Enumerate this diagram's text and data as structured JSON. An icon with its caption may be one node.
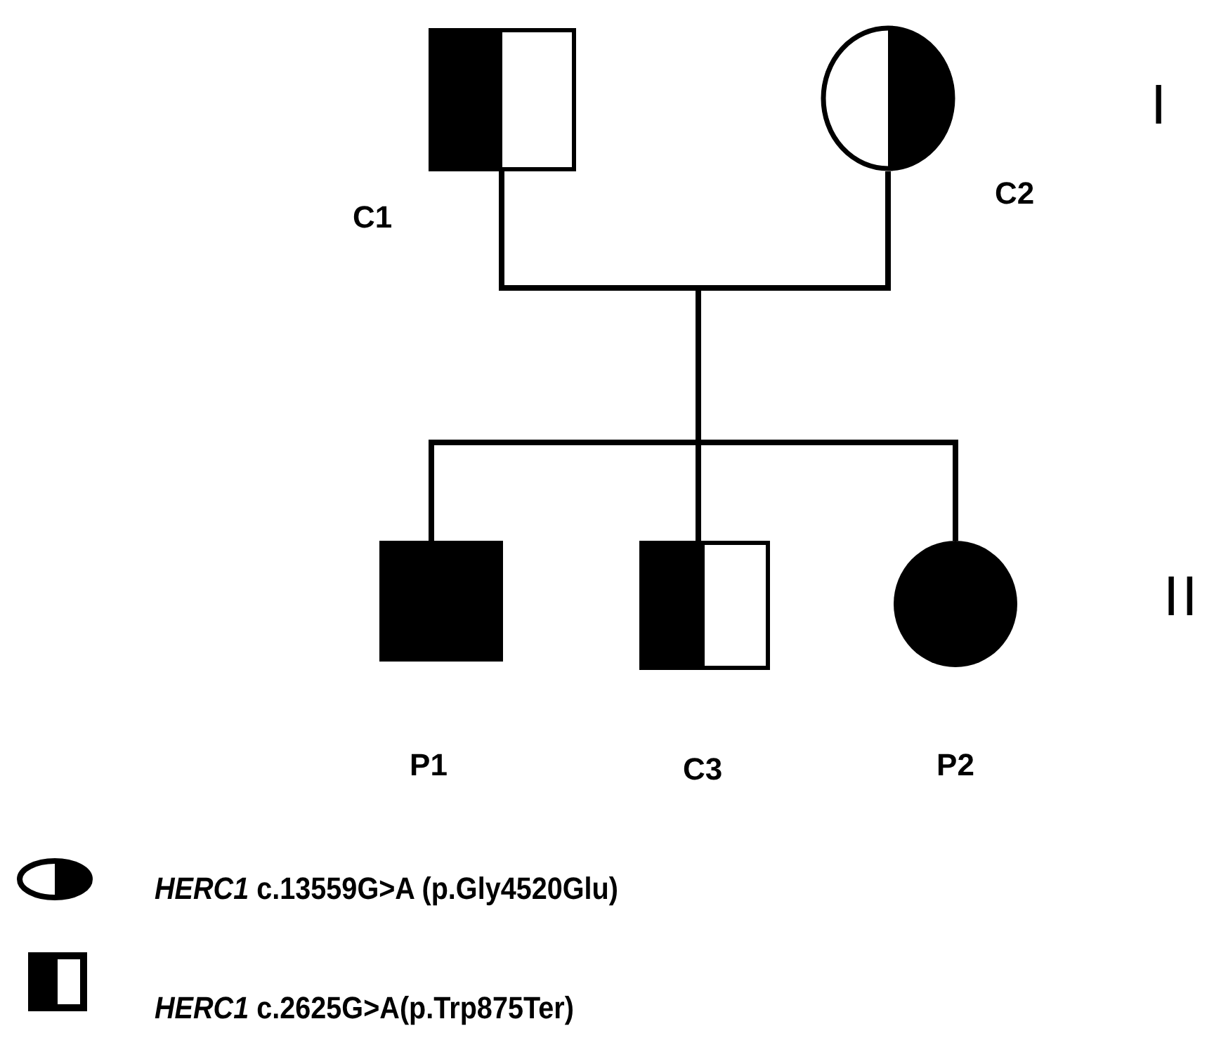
{
  "diagram": {
    "nodes": [
      {
        "text": [],
        "shape": "half-box",
        "beside": [
          "C1"
        ]
      },
      {
        "text": [],
        "shape": "half-circle",
        "beside": [
          "C2"
        ]
      },
      {
        "text": [],
        "shape": "box",
        "beside": [
          "P1"
        ]
      },
      {
        "text": [],
        "shape": "half-box",
        "beside": [
          "C3"
        ]
      },
      {
        "text": [],
        "shape": "circle",
        "beside": [
          "P2"
        ]
      }
    ],
    "edges": [
      {
        "from": 0,
        "to": 1,
        "arrow": "none"
      },
      {
        "from": 0,
        "to": 2,
        "arrow": "none"
      },
      {
        "from": 0,
        "to": 3,
        "arrow": "none"
      },
      {
        "from": 0,
        "to": 4,
        "arrow": "none"
      },
      {
        "from": 1,
        "to": 2,
        "arrow": "none"
      },
      {
        "from": 1,
        "to": 3,
        "arrow": "none"
      },
      {
        "from": 1,
        "to": 4,
        "arrow": "none"
      }
    ],
    "labels": [
      "I",
      "II"
    ],
    "legend": [
      {
        "text": "*HERC1* c.13559G>A (p.Gly4520Glu)"
      },
      {
        "text": "*HERC1* c.2625G>A(p.Trp875Ter)"
      }
    ]
  }
}
